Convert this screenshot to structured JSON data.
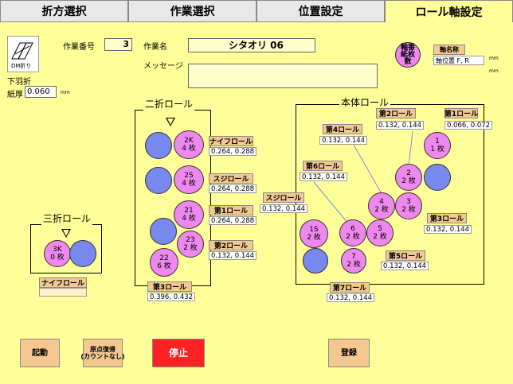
{
  "tabs": [
    "折方選択",
    "作業選択",
    "位置設定",
    "ロール軸設定"
  ],
  "header": {
    "dm_label": "DM折り",
    "fold_type": "下羽折",
    "thickness_label": "紙厚",
    "thickness_value": "0.060",
    "thickness_unit": "mm",
    "job_no_label": "作業番号",
    "job_no_value": "3",
    "job_name_label": "作業名",
    "job_name_value": "シタオリ 06",
    "message_label": "メッセージ",
    "axis_count_label": "軸番\n紙枚\n数",
    "axis_name_btn": "軸名称",
    "axis_pos_label": "軸位置 F, R",
    "unit1": "mm",
    "unit2": "mm"
  },
  "sections": {
    "three_fold": "三折ロール",
    "two_fold": "二折ロール",
    "main": "本体ロール"
  },
  "rolls": {
    "r3k": {
      "name": "3K",
      "count": "0 枚"
    },
    "r3_knife": {
      "label": "ナイフロール",
      "value": ""
    },
    "r2k": {
      "name": "2K",
      "count": "4 枚"
    },
    "r2_knife": {
      "label": "ナイフロール",
      "value": "0.264, 0.288"
    },
    "r2s": {
      "name": "2S",
      "count": "4 枚"
    },
    "r2_suji": {
      "label": "スジロール",
      "value": "0.264, 0.288"
    },
    "r21": {
      "name": "21",
      "count": "4 枚"
    },
    "r2_first": {
      "label": "第1ロール",
      "value": "0.264, 0.288"
    },
    "r23": {
      "name": "23",
      "count": "2 枚"
    },
    "r2_second": {
      "label": "第2ロール",
      "value": "0.132, 0.144"
    },
    "r22": {
      "name": "22",
      "count": "6 枚"
    },
    "r2_third": {
      "label": "第3ロール",
      "value": "0.396, 0.432"
    },
    "m_suji": {
      "label": "スジロール",
      "value": "0.132, 0.144"
    },
    "m1": {
      "name": "1",
      "count": "1 枚"
    },
    "m2": {
      "name": "2",
      "count": "2 枚"
    },
    "m3": {
      "name": "3",
      "count": "2 枚"
    },
    "m4": {
      "name": "4",
      "count": "2 枚"
    },
    "m5": {
      "name": "5",
      "count": "2 枚"
    },
    "m6": {
      "name": "6",
      "count": "2 枚"
    },
    "m7": {
      "name": "7",
      "count": "2 枚"
    },
    "m1s": {
      "name": "1S",
      "count": "2 枚"
    },
    "m_first": {
      "label": "第1ロール",
      "value": "0.066, 0.072"
    },
    "m_second": {
      "label": "第2ロール",
      "value": "0.132, 0.144"
    },
    "m_third": {
      "label": "第3ロール",
      "value": "0.132, 0.144"
    },
    "m_fourth": {
      "label": "第4ロール",
      "value": "0.132, 0.144"
    },
    "m_fifth": {
      "label": "第5ロール",
      "value": "0.132, 0.144"
    },
    "m_sixth": {
      "label": "第6ロール",
      "value": "0.132, 0.144"
    },
    "m_seventh": {
      "label": "第7ロール",
      "value": "0.132, 0.144"
    }
  },
  "buttons": {
    "start": "起動",
    "home": "原点復帰\n(カウントなし)",
    "stop": "停止",
    "register": "登録"
  },
  "colors": {
    "background": "#ffff99",
    "stop": "#ff2222",
    "roll_pink": "#ee88ee",
    "roll_blue": "#7788ee"
  }
}
